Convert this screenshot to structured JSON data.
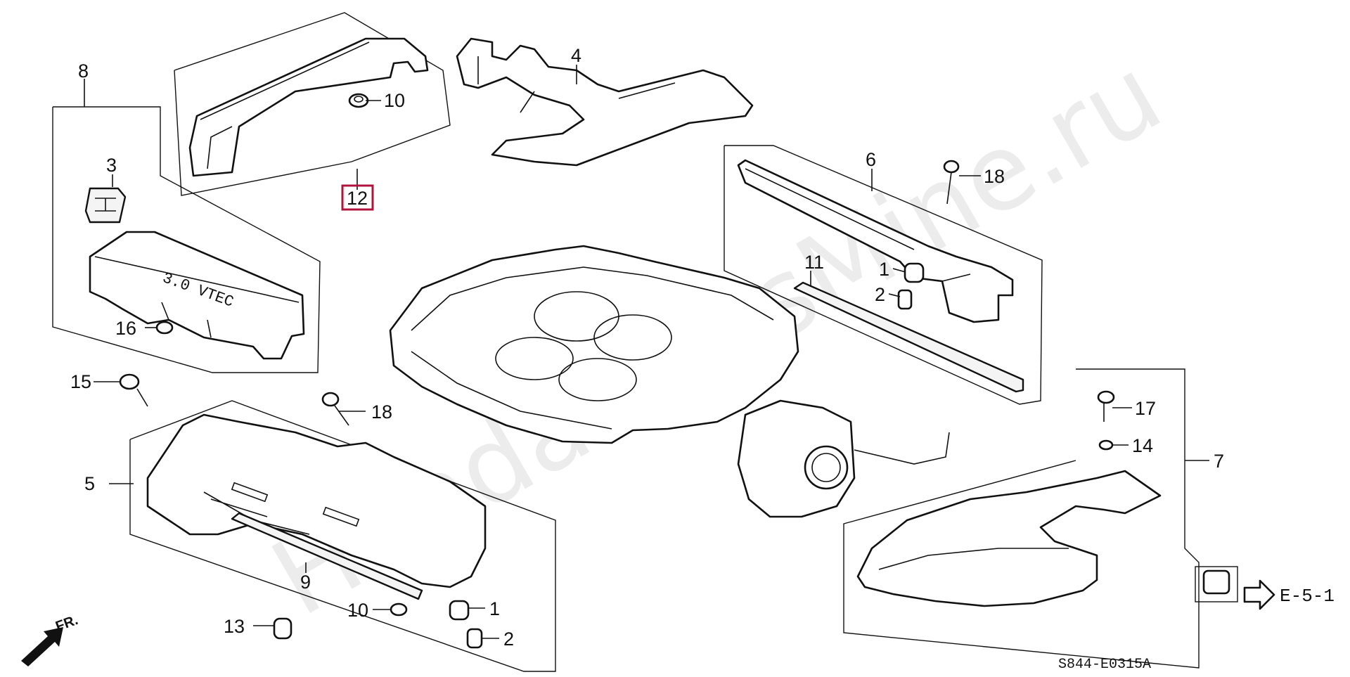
{
  "diagram": {
    "watermark": "HondaPartsMine.ru",
    "diagram_code": "S844-E0315A",
    "front_label": "FR.",
    "ref_label": "E-5-1",
    "emblem_text": "3.0 VTEC",
    "highlight_color": "#b0143c",
    "callouts": {
      "c1a": "1",
      "c1b": "1",
      "c2a": "2",
      "c2b": "2",
      "c3": "3",
      "c4": "4",
      "c5": "5",
      "c6": "6",
      "c7": "7",
      "c8": "8",
      "c9": "9",
      "c10a": "10",
      "c10b": "10",
      "c11": "11",
      "c12": "12",
      "c13": "13",
      "c14": "14",
      "c15": "15",
      "c16": "16",
      "c17": "17",
      "c18a": "18",
      "c18b": "18"
    }
  }
}
